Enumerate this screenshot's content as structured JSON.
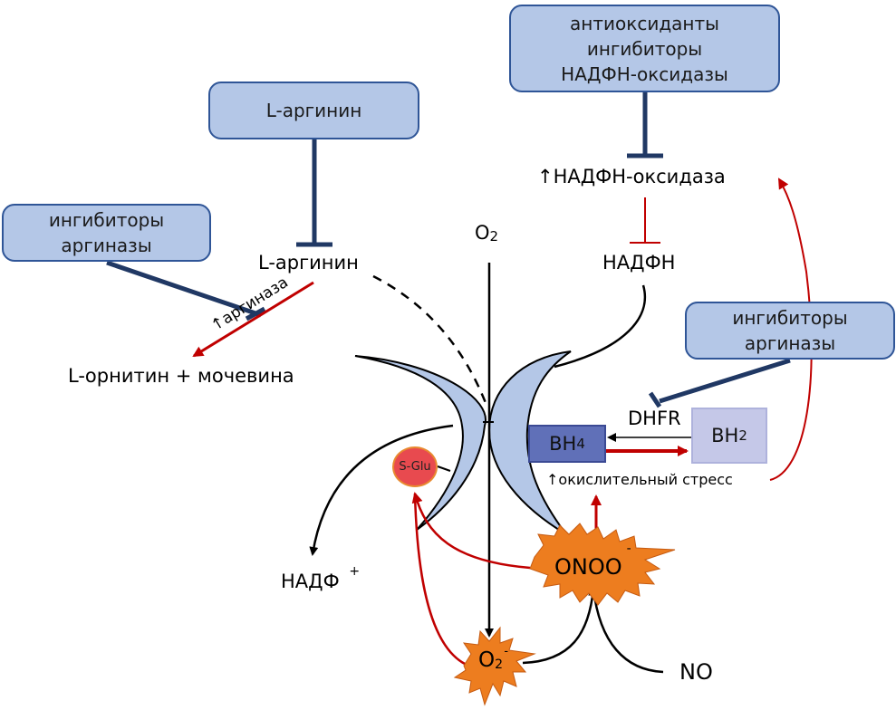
{
  "colors": {
    "box_fill": "#b4c7e7",
    "box_border": "#2f5597",
    "inhibit_line": "#203864",
    "red_arrow": "#c00000",
    "bh4_fill": "#6070b8",
    "bh2_fill": "#c5c8e8",
    "burst_fill": "#ed7d1f",
    "sglu_fill": "#e84a4f",
    "crescent_fill": "#b4c7e7"
  },
  "boxes": {
    "antioxidants": "антиоксиданты ингибиторы НАДФН-оксидазы",
    "l_arginine_supplement": "L-аргинин",
    "arginase_inhibitors_left": "ингибиторы аргиназы",
    "arginase_inhibitors_right": "ингибиторы аргиназы"
  },
  "labels": {
    "l_arginine": "L-аргинин",
    "ornithine_urea": "L-орнитин + мочевина",
    "arginase": "↑аргиназа",
    "nadph_oxidase": "↑НАДФН-оксидаза",
    "nadph": "НАДФН",
    "nadp_plus": "НАДФ",
    "nadp_sup": "+",
    "o2": "O",
    "o2_sub": "2",
    "dhfr": "DHFR",
    "bh4": "BH",
    "bh4_sub": "4",
    "bh2": "BH",
    "bh2_sub": "2",
    "oxidative_stress": "↑окислительный стресс",
    "sglu": "S-Glu",
    "onoo": "ONOO",
    "onoo_charge": "-",
    "superoxide": "O",
    "superoxide_sub": "2",
    "superoxide_charge": "-",
    "no": "NO"
  }
}
